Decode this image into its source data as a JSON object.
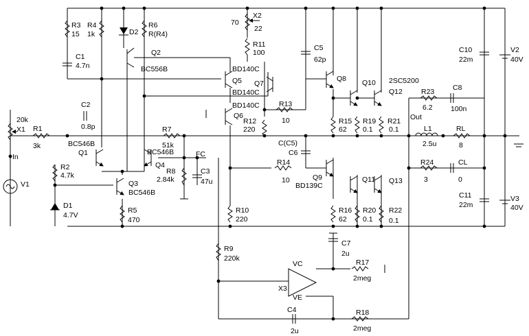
{
  "labels": {
    "r3": "R3",
    "r3v": "15",
    "r4": "R4",
    "r4v": "1k",
    "d2": "D2",
    "r6": "R6",
    "r6v": "R(R4)",
    "x2": "X2",
    "x2a": "70",
    "x2b": "22",
    "r11": "R11",
    "r11v": "100",
    "c5": "C5",
    "c5v": "62p",
    "c10": "C10",
    "c10v": "22m",
    "v2": "V2",
    "v2v": "40V",
    "c1": "C1",
    "c1v": "4.7n",
    "q2": "Q2",
    "q2t": "BC556B",
    "q5t": "BD140C",
    "q5": "Q5",
    "q7": "Q7",
    "q7t": "BD140C",
    "q8": "Q8",
    "q10": "Q10",
    "q12t": "2SC5200",
    "q12": "Q12",
    "r23": "R23",
    "r23v": "6.2",
    "c8": "C8",
    "c8v": "100n",
    "q6t": "BD140C",
    "q6": "Q6",
    "r13": "R13",
    "r13v": "10",
    "r12": "R12",
    "r12v": "220",
    "c2": "C2",
    "c2v": "0.8p",
    "r15": "R15",
    "r15v": "62",
    "r19": "R19",
    "r19v": "0.1",
    "r21": "R21",
    "r21v": "0.1",
    "out": "Out",
    "x1a": "20k",
    "x1": "X1",
    "r1": "R1",
    "r1v": "3k",
    "r7": "R7",
    "r7v": "51k",
    "l1": "L1",
    "l1v": "2.5u",
    "rl": "RL",
    "rlv": "8",
    "in": "In",
    "q1t": "BC546B",
    "q1": "Q1",
    "q4t": "BC546B",
    "q4": "Q4",
    "fc": "FC",
    "cc5": "C(C5)",
    "c6": "C6",
    "r24": "R24",
    "r24v": "3",
    "cl": "CL",
    "clv": "0",
    "r2": "R2",
    "r2v": "4.7k",
    "r8": "R8",
    "r8v": "2.84k",
    "c3": "C3",
    "c3v": "47u",
    "r14": "R14",
    "r14v": "10",
    "q9": "Q9",
    "q9t": "BD139C",
    "q11": "Q11",
    "q13": "Q13",
    "v1": "V1",
    "q3": "Q3",
    "q3t": "BC546B",
    "c11": "C11",
    "c11v": "22m",
    "v3": "V3",
    "v3v": "40V",
    "d1": "D1",
    "d1v": "4.7V",
    "r5": "R5",
    "r5v": "470",
    "r10": "R10",
    "r10v": "220",
    "r16": "R16",
    "r16v": "62",
    "r20": "R20",
    "r20v": "0.1",
    "r22": "R22",
    "r22v": "0.1",
    "r9": "R9",
    "r9v": "220k",
    "c7": "C7",
    "c7v": "2u",
    "vc": "VC",
    "r17": "R17",
    "r17v": "2meg",
    "x3": "X3",
    "ve": "VE",
    "c4": "C4",
    "c4v": "2u",
    "r18": "R18",
    "r18v": "2meg"
  }
}
